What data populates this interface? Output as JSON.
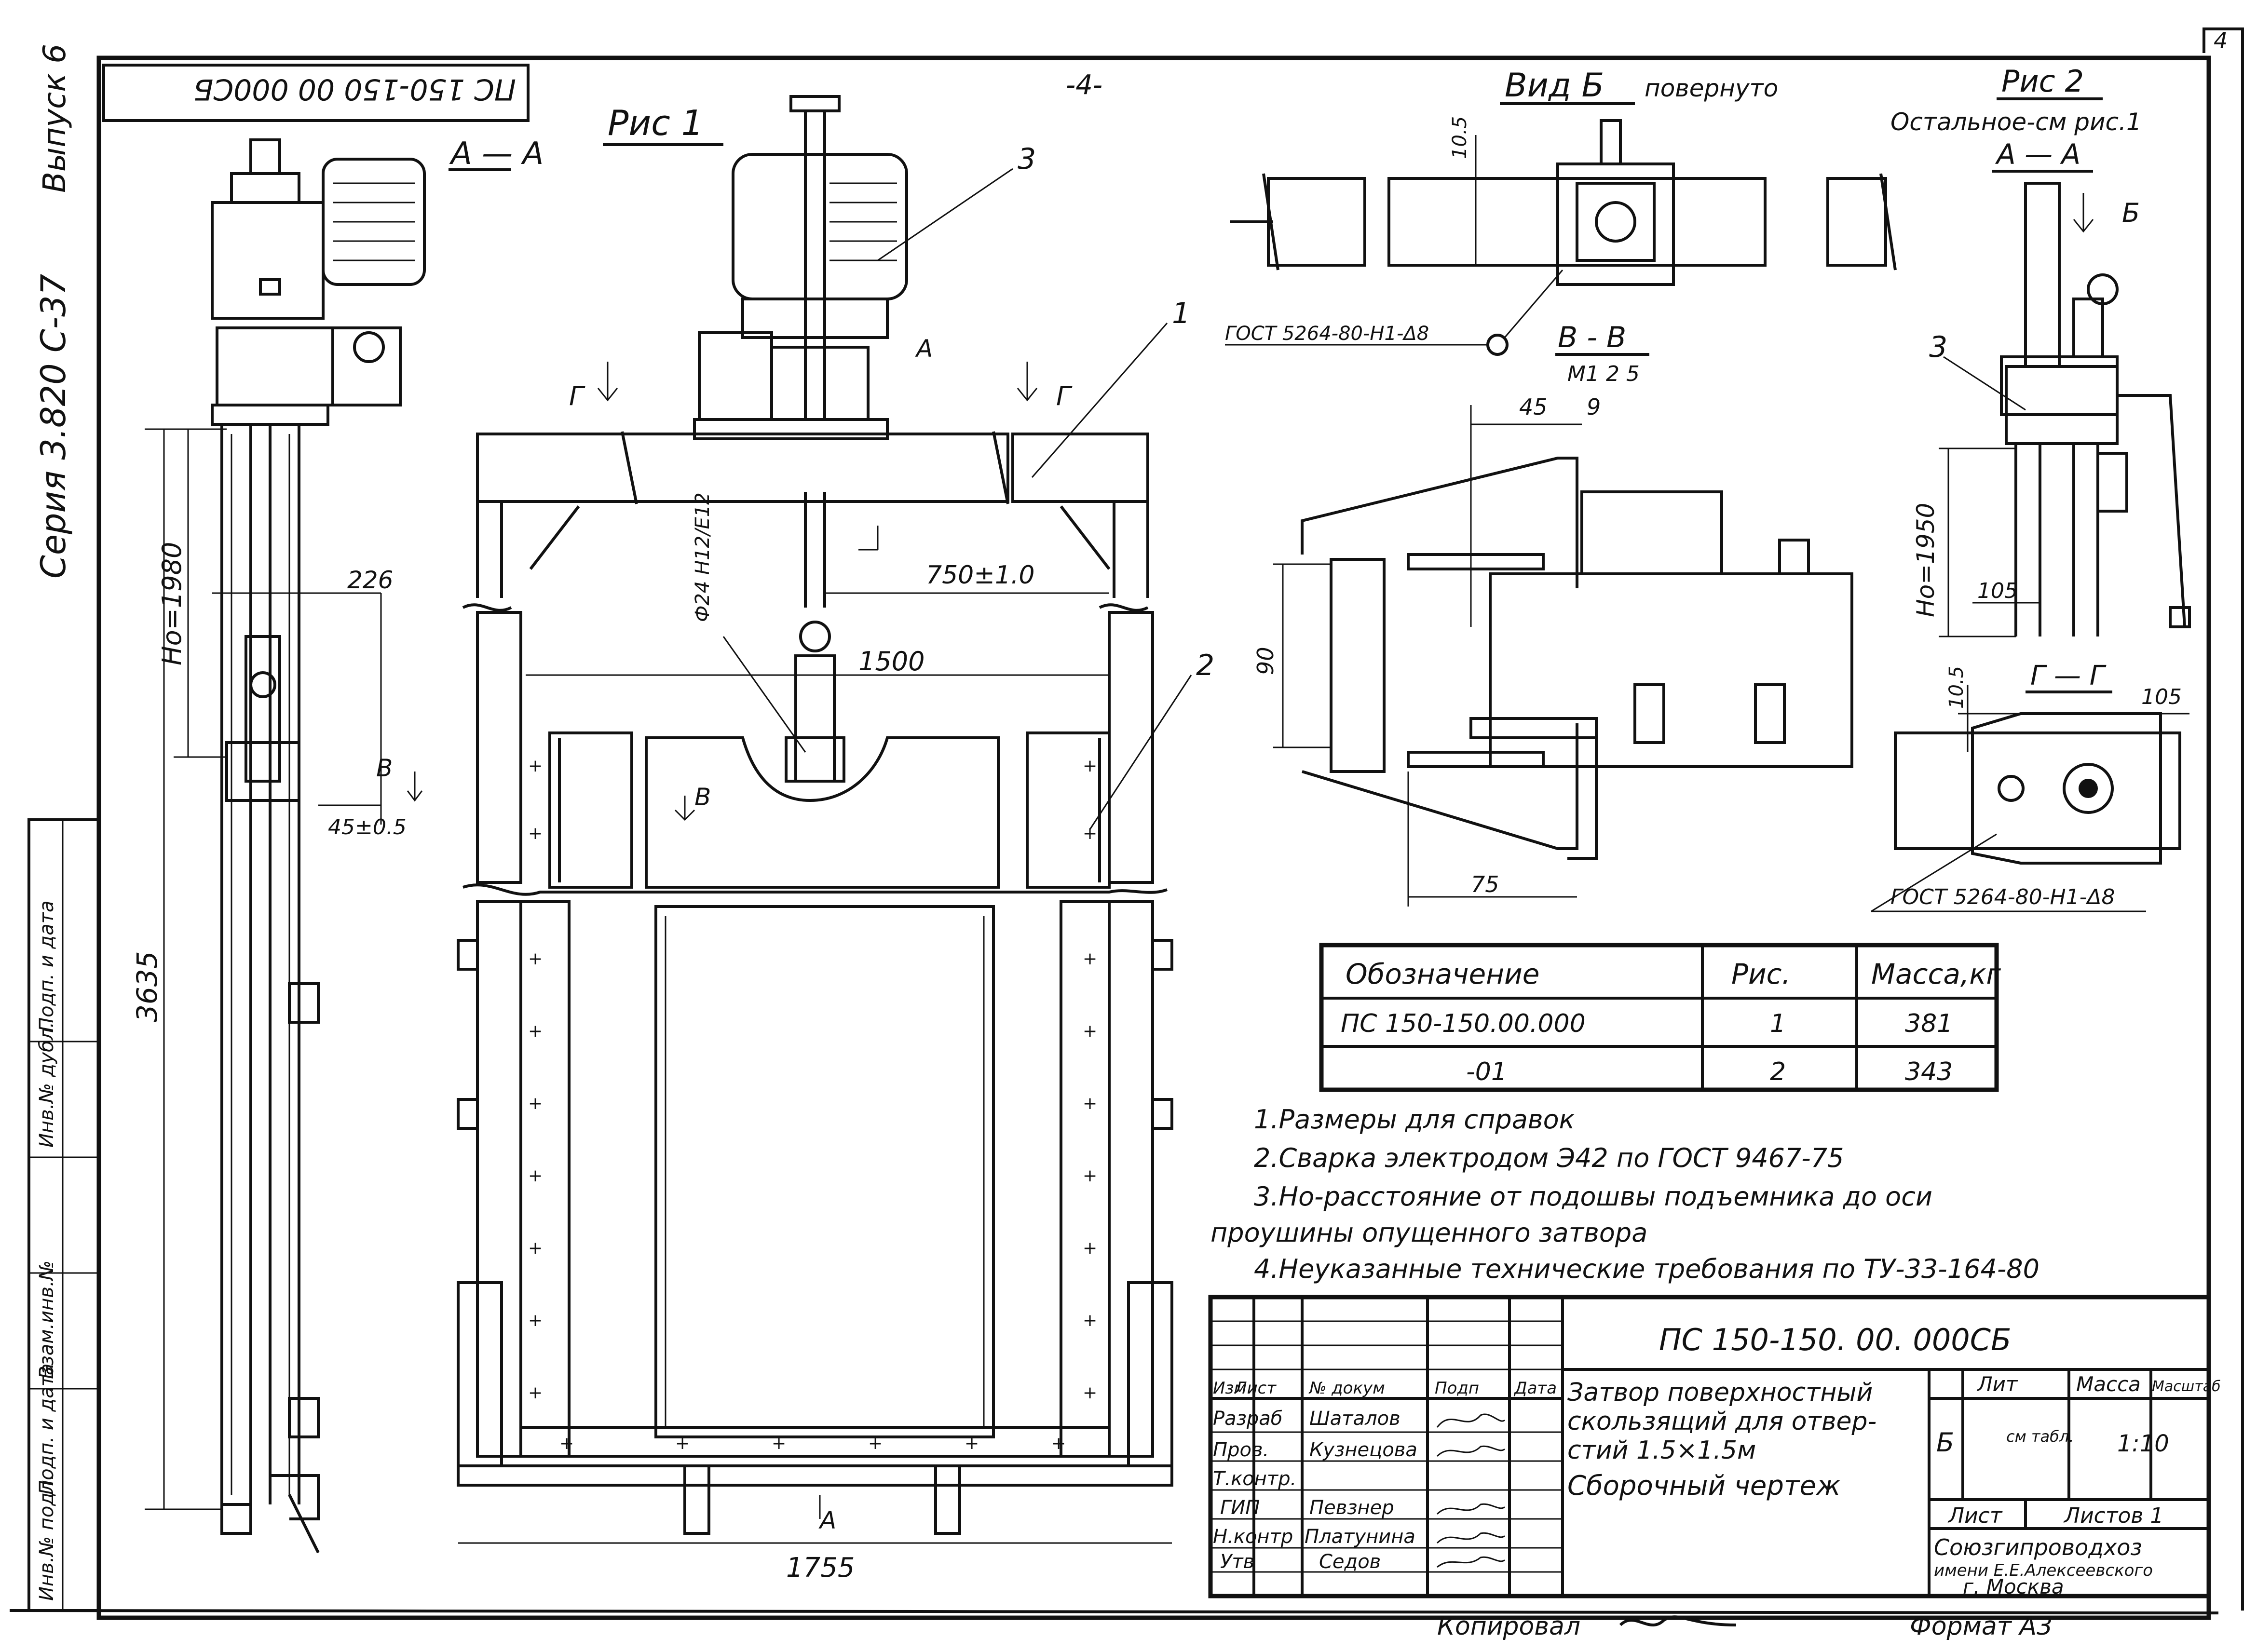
{
  "sheet": {
    "sheet_number": "4",
    "page_number": "-4-",
    "series": "Серия 3.820 С-37",
    "issue": "Выпуск 6",
    "inverted_code": "ПС 150-150 00 000СБ",
    "copied_by": "Копировал",
    "format": "Формат А3"
  },
  "views": {
    "fig1": "Рис 1",
    "section_aa": "А — А",
    "view_b": "Вид Б",
    "view_b_note": "повернуто",
    "fig2": "Рис 2",
    "fig2_note": "Остальное-см рис.1",
    "fig2_section": "А — А",
    "section_vv": "В - В",
    "section_vv_scale": "М1 2 5",
    "section_gg": "Г — Г",
    "cut_a": "А",
    "cut_b": "Б",
    "cut_v": "В",
    "cut_g": "Г"
  },
  "dimensions": {
    "d226": "226",
    "d1980": "Но=1980",
    "d3635": "3635",
    "d45": "45±0.5",
    "d750": "750±1.0",
    "d1500": "1500",
    "d1755": "1755",
    "shaft": "Ф24 Н12/Е12",
    "d45b": "45",
    "d9": "9",
    "d90": "90",
    "d75": "75",
    "d105a": "10.5",
    "d105b": "10.5",
    "d105c": "105",
    "d105d": "105",
    "d1950": "Но=1950",
    "weld1": "ГОСТ 5264-80-Н1-Δ8",
    "weld2": "ГОСТ 5264-80-Н1-Δ8"
  },
  "callouts": [
    "1",
    "2",
    "3",
    "3"
  ],
  "spec_table": {
    "headers": [
      "Обозначение",
      "Рис.",
      "Масса,кг"
    ],
    "rows": [
      [
        "ПС 150-150.00.000",
        "1",
        "381"
      ],
      [
        "-01",
        "2",
        "343"
      ]
    ]
  },
  "notes": [
    "1.Размеры для справок",
    "2.Сварка электродом Э42 по ГОСТ 9467-75",
    "3.Но-расстояние от подошвы подъемника до оси",
    "проушины опущенного затвора",
    "4.Неуказанные технические требования по ТУ-33-164-80"
  ],
  "title_block": {
    "code": "ПС 150-150. 00. 000СБ",
    "name_lines": [
      "Затвор поверхностный",
      "скользящий для отвер-",
      "стий 1.5×1.5м",
      "Сборочный чертеж"
    ],
    "col_headers": [
      "Изм",
      "Лист",
      "№ докум",
      "Подп",
      "Дата"
    ],
    "roles": [
      {
        "role": "Разраб",
        "name": "Шаталов"
      },
      {
        "role": "Пров.",
        "name": "Кузнецова"
      },
      {
        "role": "Т.контр.",
        "name": ""
      },
      {
        "role": "ГИП",
        "name": "Певзнер"
      },
      {
        "role": "Н.контр",
        "name": "Платунина"
      },
      {
        "role": "Утв",
        "name": "Седов"
      }
    ],
    "lit_label": "Лит",
    "mass_label": "Масса",
    "scale_label": "Масштаб",
    "lit_value": "Б",
    "mass_value": "см табл.",
    "scale_value": "1:10",
    "sheet_label": "Лист",
    "sheets_label": "Листов 1",
    "org_lines": [
      "Союзгипроводхоз",
      "имени Е.Е.Алексеевского",
      "г. Москва"
    ]
  },
  "side_stamp": [
    "Инв.№ подл.",
    "Подп. и дата",
    "Взам.инв.№",
    "Инв.№ дубл.",
    "Подп. и дата"
  ]
}
